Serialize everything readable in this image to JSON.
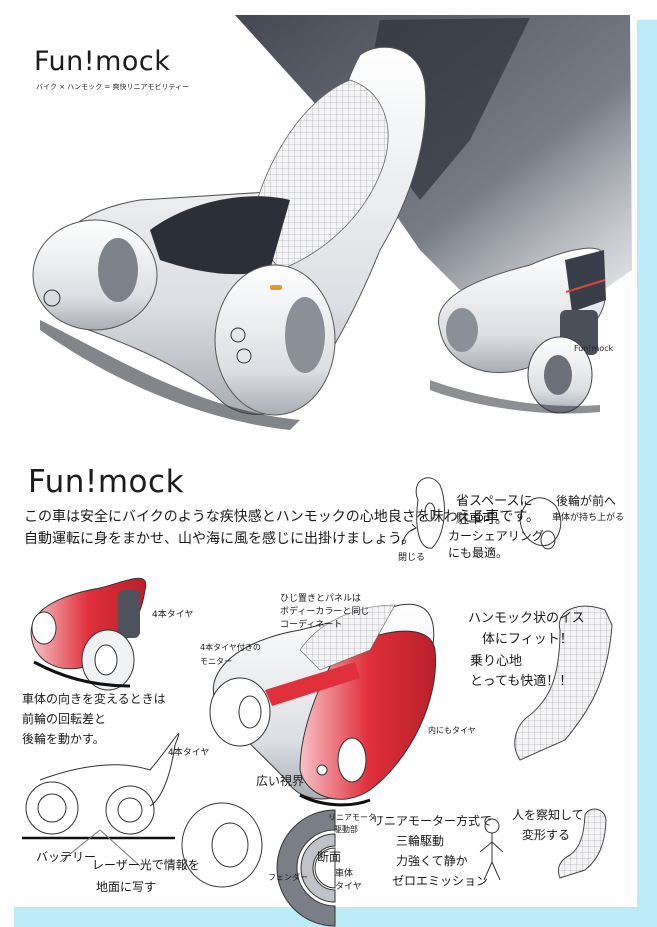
{
  "title_top": "Fun!mock",
  "subtitle_top": "バイク × ハンモック = 爽快リニアモビリティー",
  "title_mid": "Fun!mock",
  "badge_text": "Fun!mock",
  "description": {
    "line1": "この車は安全にバイクのような疾快感とハンモックの心地良さを味わえる車です。",
    "line2": "自動運転に身をまかせ、山や海に風を感じに出掛けましょう。"
  },
  "notes": {
    "parking_1": "省スペースに",
    "parking_2": "駐車可。",
    "carsharing_1": "カーシェアリング",
    "carsharing_2": "にも最適。",
    "closed": "閉じる",
    "rear_wheel_1": "後輪が前へ",
    "rear_wheel_2": "車体が持ち上がる",
    "four_wheels_a": "4本タイヤ",
    "monitor_1": "4本タイヤ付きの",
    "monitor_2": "モニター",
    "body_panel_1": "ひじ置きとパネルは",
    "body_panel_2": "ボディーカラーと同じ",
    "body_panel_3": "コーディネート",
    "hammock_1": "ハンモック状のイス",
    "hammock_2": "体にフィット！",
    "hammock_3": "乗り心地",
    "hammock_4": "とっても快適！！",
    "steer_1": "車体の向きを変えるときは",
    "steer_2": "前輪の回転差と",
    "steer_3": "後輪を動かす。",
    "inner_tire": "内にもタイヤ",
    "wide_view": "広い視界",
    "four_wheels_b": "4本タイヤ",
    "battery": "バッテリー",
    "laser_1": "レーザー光で情報を",
    "laser_2": "地面に写す",
    "linear_motor_a1": "リニアモーター",
    "linear_motor_a2": "駆動部",
    "section": "断面",
    "body": "車体",
    "tire": "タイヤ",
    "fender": "フェンダー",
    "linear_1": "リニアモーター方式で",
    "linear_2": "三輪駆動",
    "linear_3": "力強くて静か",
    "linear_4": "ゼロエミッション",
    "sense_1": "人を察知して",
    "sense_2": "変形する"
  },
  "colors": {
    "accent_red": "#e0303c",
    "frame_cyan": "#bdeaf7",
    "ink": "#1a1a1a",
    "shadow": "#3a3e4a"
  }
}
